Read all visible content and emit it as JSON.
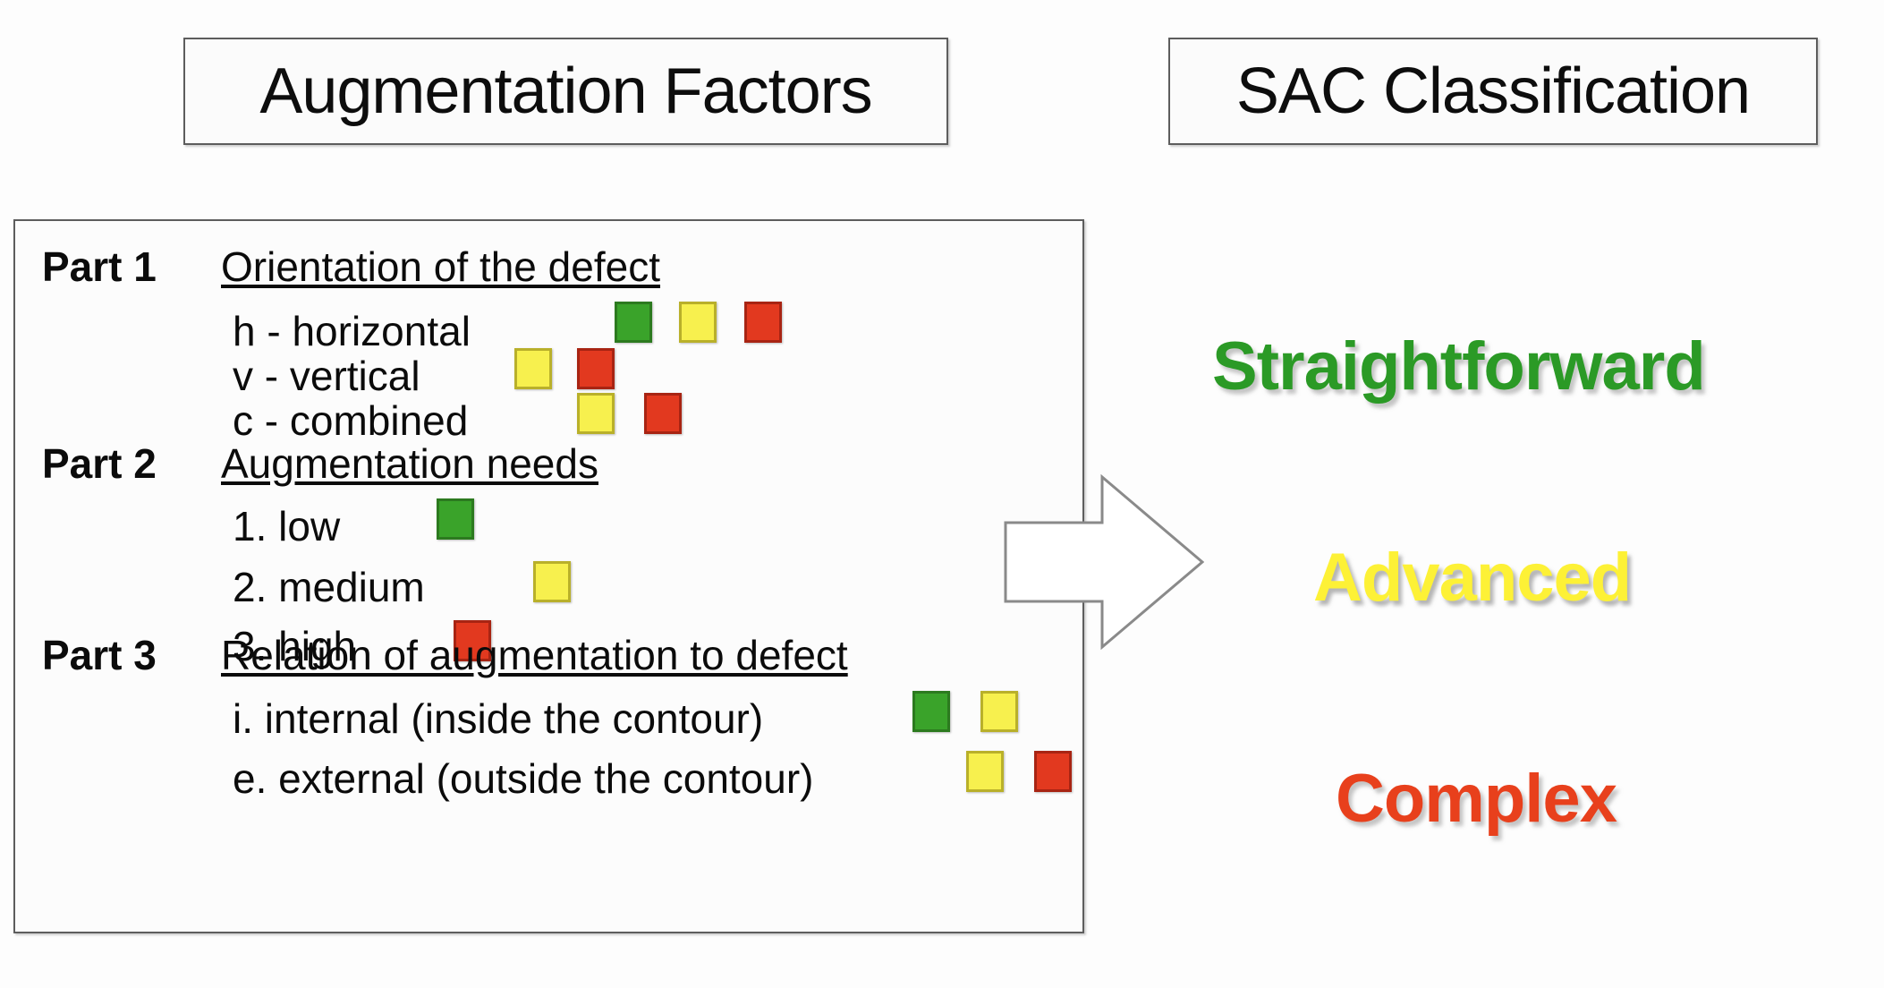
{
  "headers": {
    "left_title": "Augmentation Factors",
    "right_title": "SAC Classification"
  },
  "colors": {
    "green": "#3aa32a",
    "green_border": "#2c7a1f",
    "yellow": "#f7f04e",
    "yellow_border": "#b9b02a",
    "red": "#e2391f",
    "red_border": "#a82413",
    "straightforward_text": "#2b9a26",
    "advanced_text": "#fdf136",
    "complex_text": "#e8401c",
    "box_border": "#5d5d5d",
    "page_background": "#fdfdfd"
  },
  "factors": {
    "parts": [
      {
        "label": "Part 1",
        "title": "Orientation of the defect",
        "rows": [
          {
            "text": "h - horizontal",
            "chips": [
              "green",
              "yellow",
              "red"
            ]
          },
          {
            "text": "v - vertical",
            "chips": [
              "yellow",
              "red"
            ]
          },
          {
            "text": "c - combined",
            "chips": [
              "yellow",
              "red"
            ]
          }
        ]
      },
      {
        "label": "Part 2",
        "title": "Augmentation needs",
        "rows": [
          {
            "text": "1. low",
            "chips": [
              "green"
            ]
          },
          {
            "text": "2. medium",
            "chips": [
              "yellow"
            ]
          },
          {
            "text": "3. high",
            "chips": [
              "red"
            ]
          }
        ]
      },
      {
        "label": "Part 3",
        "title": "Relation of augmentation to defect",
        "rows": [
          {
            "text": "i. internal (inside the contour)",
            "chips": [
              "green",
              "yellow"
            ]
          },
          {
            "text": "e. external (outside the contour)",
            "chips": [
              "yellow",
              "red"
            ]
          }
        ]
      }
    ]
  },
  "classification": {
    "levels": [
      {
        "label": "Straightforward",
        "color_key": "green"
      },
      {
        "label": "Advanced",
        "color_key": "yellow"
      },
      {
        "label": "Complex",
        "color_key": "red"
      }
    ]
  },
  "arrow": {
    "direction": "right",
    "icon": "block-arrow-right-icon"
  }
}
